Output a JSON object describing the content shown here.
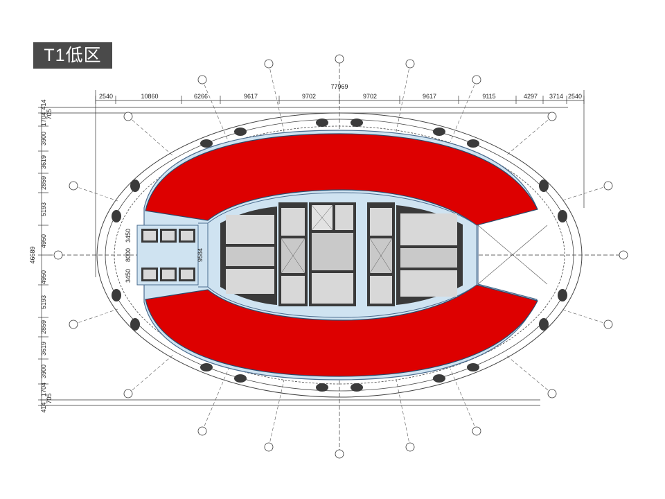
{
  "title": "T1低区",
  "dimensions": {
    "overall_width": "77969",
    "overall_height": "46689",
    "top": [
      "2540",
      "10860",
      "6266",
      "9617",
      "9702",
      "9702",
      "9617",
      "9115",
      "4297",
      "3714",
      "2540"
    ],
    "left_upper": [
      "414",
      "1704",
      "705",
      "3900",
      "3619",
      "2859",
      "5193",
      "4950"
    ],
    "left_lower": [
      "4950",
      "5193",
      "2859",
      "3619",
      "3900",
      "1704",
      "705",
      "414"
    ],
    "core_small": [
      "3450",
      "8000",
      "3450"
    ],
    "core_vertical": "9584"
  },
  "colors": {
    "highlight": "#dd0000",
    "core_fill": "#cfe3f1",
    "wall": "#3a3a3a",
    "room": "#d8d8d8"
  },
  "legend": {
    "highlighted_zone": "red",
    "meaning": ""
  }
}
